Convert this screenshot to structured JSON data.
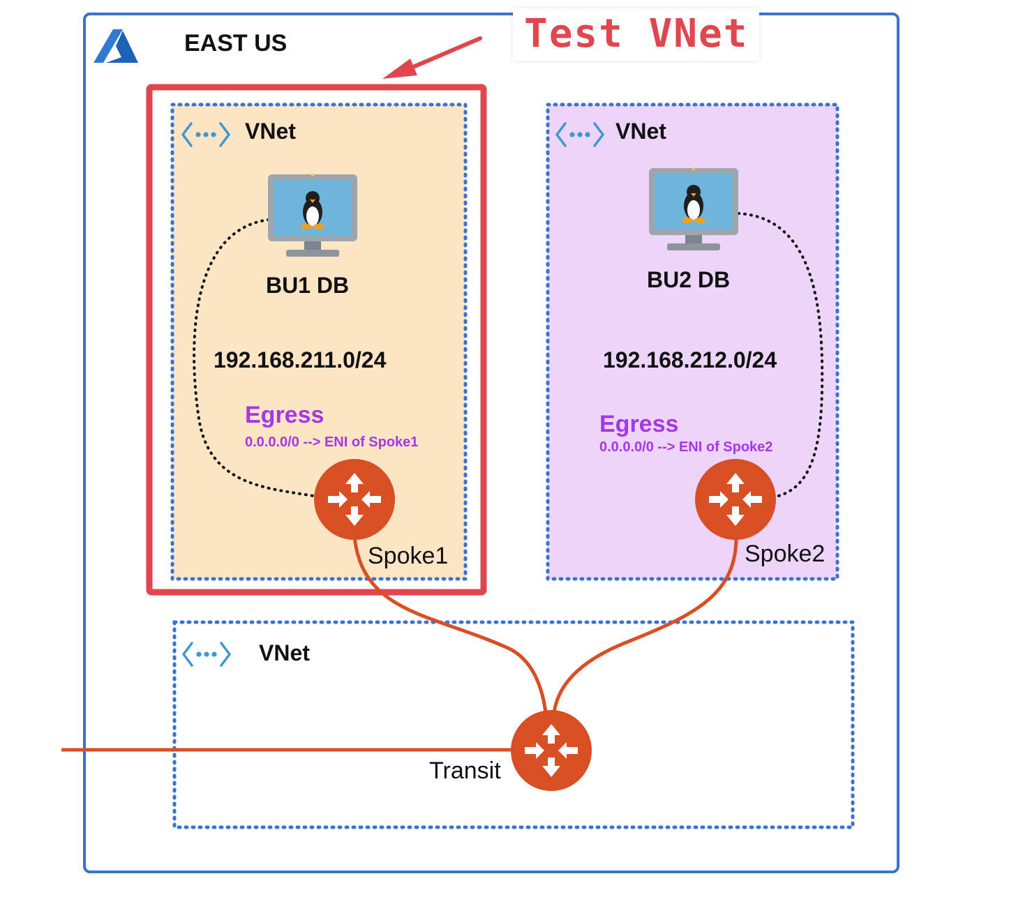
{
  "region": {
    "name": "EAST US",
    "icon": "azure-icon"
  },
  "callout": {
    "text": "Test VNet",
    "color": "#e0464d"
  },
  "vnets": {
    "spoke1": {
      "title": "VNet",
      "fill": "#fbe5c4",
      "vm": {
        "name": "BU1 DB",
        "icon": "linux-vm-icon"
      },
      "cidr": "192.168.211.0/24",
      "egress": {
        "title": "Egress",
        "rule": "0.0.0.0/0 --> ENI of Spoke1"
      },
      "router": {
        "label": "Spoke1",
        "icon": "router-icon"
      }
    },
    "spoke2": {
      "title": "VNet",
      "fill": "#ecd5f9",
      "vm": {
        "name": "BU2 DB",
        "icon": "linux-vm-icon"
      },
      "cidr": "192.168.212.0/24",
      "egress": {
        "title": "Egress",
        "rule": "0.0.0.0/0 --> ENI of Spoke2"
      },
      "router": {
        "label": "Spoke2",
        "icon": "router-icon"
      }
    },
    "transit": {
      "title": "VNet",
      "router": {
        "label": "Transit",
        "icon": "router-icon"
      }
    }
  },
  "colors": {
    "border_blue": "#3a73cf",
    "router": "#d94f24",
    "egress": "#a437e8",
    "highlight": "#e0464d"
  }
}
